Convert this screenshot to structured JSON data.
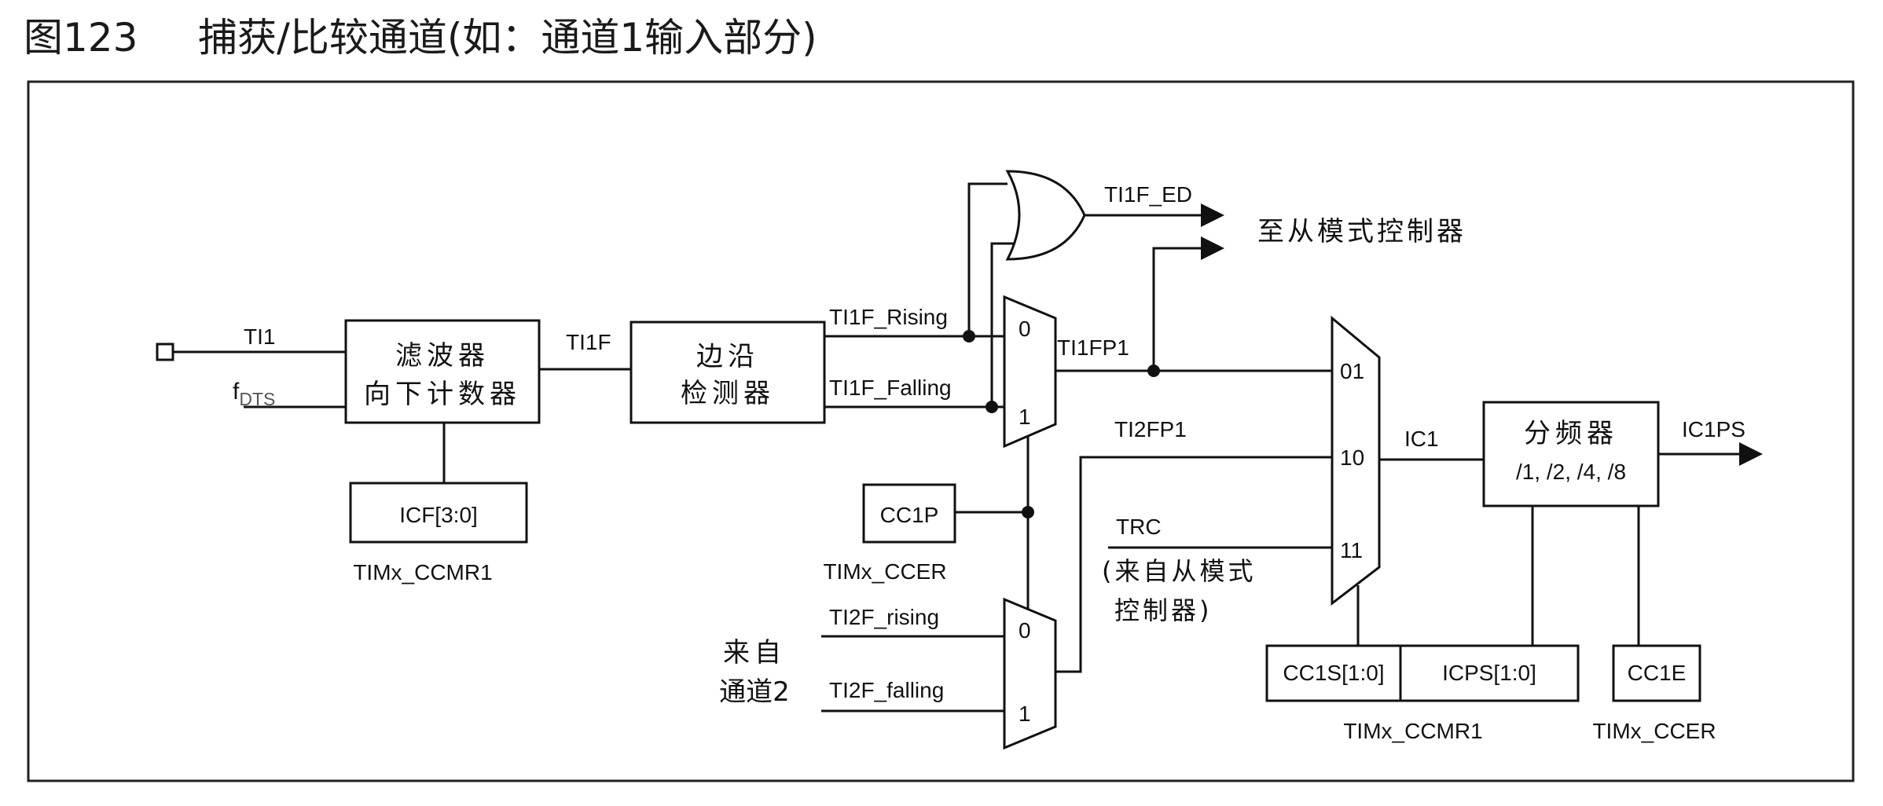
{
  "figure": {
    "number": "图123",
    "title": "捕获/比较通道(如：通道1输入部分)"
  },
  "input": {
    "ti1": "TI1",
    "fdts_main": "f",
    "fdts_sub": "DTS"
  },
  "filter": {
    "line1": "滤波器",
    "line2": "向下计数器",
    "icf": "ICF[3:0]",
    "icf_reg": "TIMx_CCMR1"
  },
  "signals": {
    "ti1f": "TI1F",
    "ti1f_rising": "TI1F_Rising",
    "ti1f_falling": "TI1F_Falling",
    "ti1f_ed": "TI1F_ED",
    "to_slave": "至从模式控制器",
    "ti1fp1": "TI1FP1",
    "ti2fp1": "TI2FP1",
    "trc": "TRC",
    "trc_note1": "(来自从模式",
    "trc_note2": "控制器)",
    "ic1": "IC1",
    "ic1ps": "IC1PS",
    "ti2f_rising": "TI2F_rising",
    "ti2f_falling": "TI2F_falling",
    "from_ch2_line1": "来自",
    "from_ch2_line2": "通道2"
  },
  "edge_detector": {
    "line1": "边沿",
    "line2": "检测器"
  },
  "mux1": {
    "in0": "0",
    "in1": "1"
  },
  "mux2": {
    "in0": "0",
    "in1": "1"
  },
  "mux3": {
    "in01": "01",
    "in10": "10",
    "in11": "11"
  },
  "cc1p": {
    "label": "CC1P",
    "reg": "TIMx_CCER"
  },
  "prescaler": {
    "line1": "分频器",
    "line2": "/1, /2, /4, /8"
  },
  "ccmr1_fields": {
    "cc1s": "CC1S[1:0]",
    "icps": "ICPS[1:0]",
    "reg": "TIMx_CCMR1"
  },
  "cc1e": {
    "label": "CC1E",
    "reg": "TIMx_CCER"
  }
}
